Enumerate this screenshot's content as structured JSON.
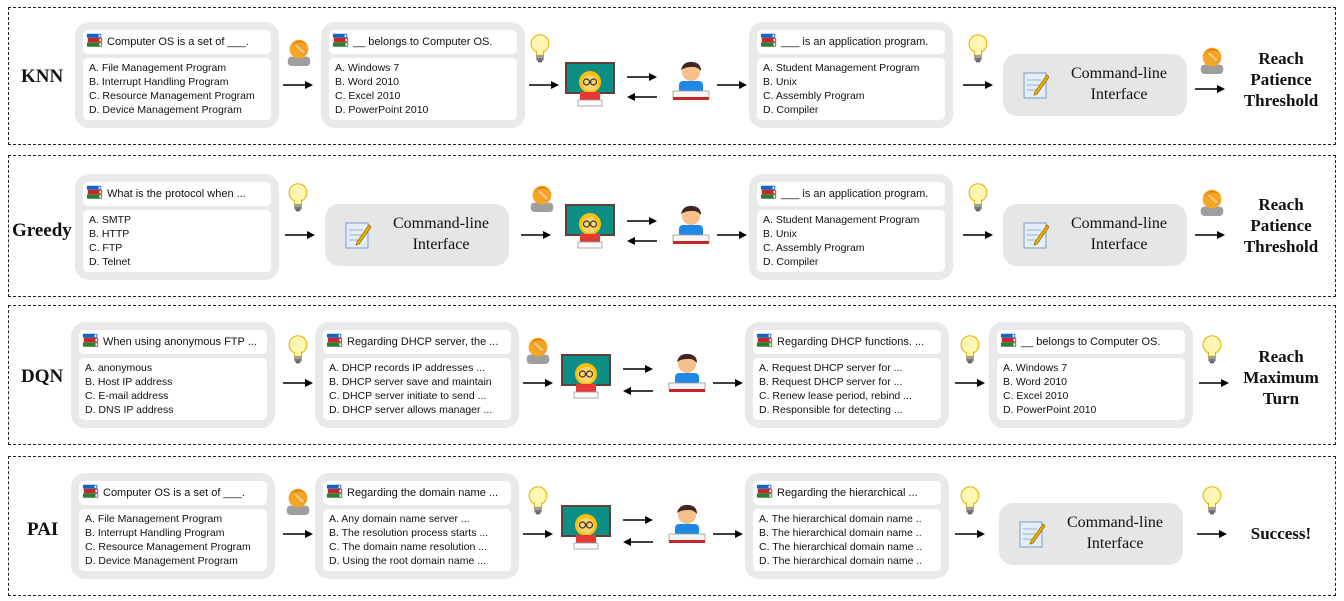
{
  "rows": {
    "knn": {
      "method": "KNN",
      "q1": {
        "head": "Computer OS is a set of ___.",
        "opts": [
          "A. File Management Program",
          "B. Interrupt Handling Program",
          "C. Resource Management Program",
          "D. Device Management Program"
        ]
      },
      "q2": {
        "head": "__ belongs to Computer OS.",
        "opts": [
          "A. Windows 7",
          "B. Word 2010",
          "C. Excel 2010",
          "D. PowerPoint 2010"
        ]
      },
      "q3": {
        "head": "___ is an application program.",
        "opts": [
          "A. Student Management Program",
          "B. Unix",
          "C. Assembly Program",
          "D. Compiler"
        ]
      },
      "cli": {
        "line1": "Command-line",
        "line2": "Interface"
      },
      "outcome": [
        "Reach",
        "Patience",
        "Threshold"
      ]
    },
    "greedy": {
      "method": "Greedy",
      "q1": {
        "head": "What is the protocol when ...",
        "opts": [
          "A. SMTP",
          "B. HTTP",
          "C. FTP",
          "D. Telnet"
        ]
      },
      "cli1": {
        "line1": "Command-line",
        "line2": "Interface"
      },
      "q2": {
        "head": "___ is an application program.",
        "opts": [
          "A. Student Management Program",
          "B. Unix",
          "C. Assembly Program",
          "D. Compiler"
        ]
      },
      "cli2": {
        "line1": "Command-line",
        "line2": "Interface"
      },
      "outcome": [
        "Reach",
        "Patience",
        "Threshold"
      ]
    },
    "dqn": {
      "method": "DQN",
      "q1": {
        "head": "When using anonymous FTP ...",
        "opts": [
          "A. anonymous",
          "B. Host IP address",
          "C. E-mail address",
          "D. DNS IP address"
        ]
      },
      "q2": {
        "head": "Regarding DHCP server, the ...",
        "opts": [
          "A. DHCP records IP addresses ...",
          "B. DHCP server save and maintain",
          "C. DHCP server initiate to send ...",
          "D. DHCP server allows manager ..."
        ]
      },
      "q3": {
        "head": "Regarding DHCP functions. ...",
        "opts": [
          "A. Request DHCP server for ...",
          "B. Request DHCP server for ...",
          "C. Renew lease period, rebind ...",
          "D. Responsible for detecting ..."
        ]
      },
      "q4": {
        "head": "__ belongs to Computer OS.",
        "opts": [
          "A. Windows 7",
          "B. Word 2010",
          "C. Excel 2010",
          "D. PowerPoint 2010"
        ]
      },
      "outcome": [
        "Reach",
        "Maximum",
        "Turn"
      ]
    },
    "pai": {
      "method": "PAI",
      "q1": {
        "head": "Computer OS is a set of ___.",
        "opts": [
          "A. File Management Program",
          "B. Interrupt Handling Program",
          "C. Resource Management Program",
          "D. Device Management Program"
        ]
      },
      "q2": {
        "head": "Regarding the domain name ...",
        "opts": [
          "A. Any domain name server ...",
          "B. The resolution process starts ...",
          "C. The domain name resolution ...",
          "D. Using the root domain name ..."
        ]
      },
      "q3": {
        "head": "Regarding the hierarchical ...",
        "opts": [
          "A. The hierarchical domain name ..",
          "B. The hierarchical domain name ..",
          "C. The hierarchical domain name ..",
          "D. The hierarchical domain name .."
        ]
      },
      "cli": {
        "line1": "Command-line",
        "line2": "Interface"
      },
      "outcome": [
        "Success!"
      ]
    }
  },
  "icons": [
    "books-icon",
    "lightbulb-icon",
    "facepalm-icon",
    "teacher-icon",
    "student-icon",
    "memo-icon",
    "arrow-right-icon",
    "arrow-left-icon"
  ]
}
